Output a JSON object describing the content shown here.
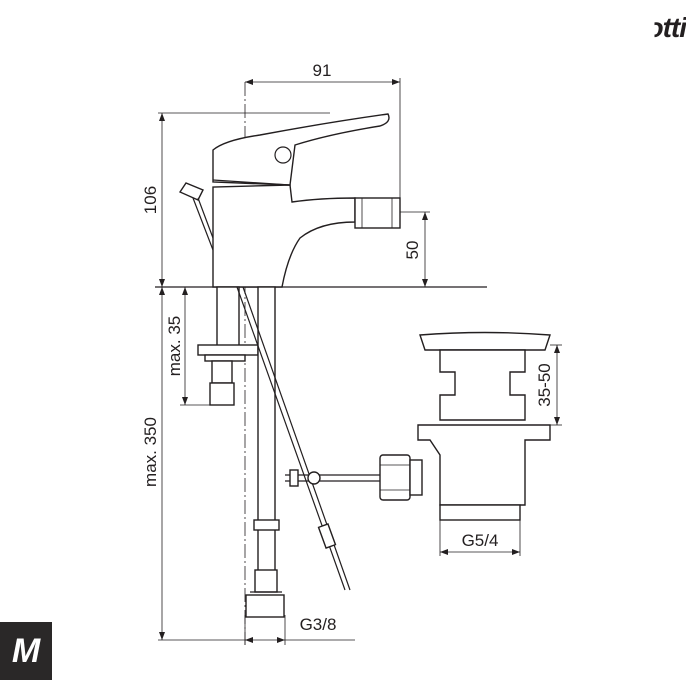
{
  "brand_text": "otti",
  "logo_letter": "M",
  "dimensions": {
    "spout_reach": "91",
    "height": "106",
    "spout_height": "50",
    "max_deck": "max. 35",
    "max_length": "max. 350",
    "hose_thread": "G3/8",
    "drain_range": "35-50",
    "drain_thread": "G5/4"
  }
}
